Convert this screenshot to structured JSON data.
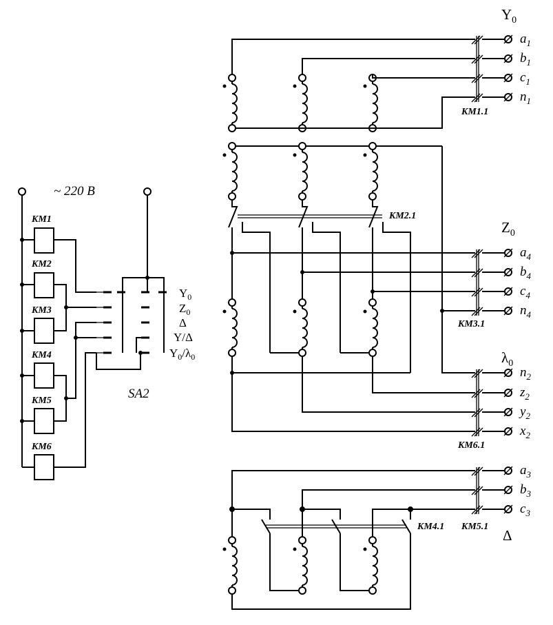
{
  "supply_label": "~ 220 B",
  "coils": [
    "KM1",
    "KM2",
    "KM3",
    "KM4",
    "KM5",
    "KM6"
  ],
  "switch_label": "SA2",
  "switch_modes": [
    {
      "main": "Y",
      "sub": "0"
    },
    {
      "main": "Z",
      "sub": "0"
    },
    {
      "main": "Δ",
      "sub": ""
    },
    {
      "main": "Y/Δ",
      "sub": ""
    },
    {
      "main": "Y",
      "sub": "0",
      "rest": "/λ",
      "sub2": "0"
    }
  ],
  "groups": [
    {
      "main": "Y",
      "sub": "0"
    },
    {
      "main": "Z",
      "sub": "0"
    },
    {
      "main": "λ",
      "sub": "0"
    },
    {
      "main": "Δ",
      "sub": ""
    }
  ],
  "contact_labels": [
    "KM1.1",
    "KM2.1",
    "KM3.1",
    "KM6.1",
    "KM4.1",
    "KM5.1"
  ],
  "terminals_y0": [
    {
      "l": "a",
      "s": "1"
    },
    {
      "l": "b",
      "s": "1"
    },
    {
      "l": "c",
      "s": "1"
    },
    {
      "l": "n",
      "s": "1"
    }
  ],
  "terminals_z0": [
    {
      "l": "a",
      "s": "4"
    },
    {
      "l": "b",
      "s": "4"
    },
    {
      "l": "c",
      "s": "4"
    },
    {
      "l": "n",
      "s": "4"
    }
  ],
  "terminals_l0": [
    {
      "l": "n",
      "s": "2"
    },
    {
      "l": "z",
      "s": "2"
    },
    {
      "l": "y",
      "s": "2"
    },
    {
      "l": "x",
      "s": "2"
    }
  ],
  "terminals_d": [
    {
      "l": "a",
      "s": "3"
    },
    {
      "l": "b",
      "s": "3"
    },
    {
      "l": "c",
      "s": "3"
    }
  ]
}
